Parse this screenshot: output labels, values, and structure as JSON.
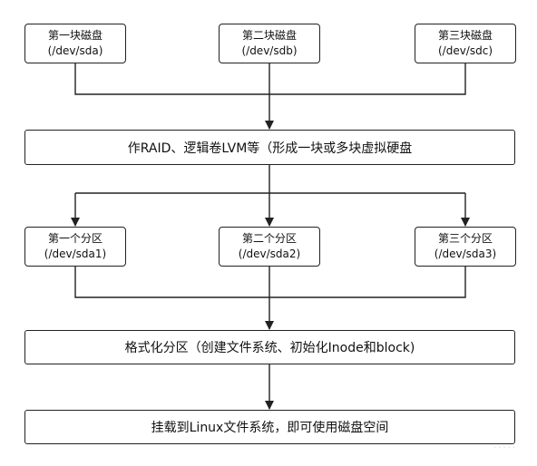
{
  "nodes": {
    "disk1": {
      "line1": "第一块磁盘",
      "line2": "(/dev/sda)"
    },
    "disk2": {
      "line1": "第二块磁盘",
      "line2": "(/dev/sdb)"
    },
    "disk3": {
      "line1": "第三块磁盘",
      "line2": "(/dev/sdc)"
    },
    "raid": {
      "label": "作RAID、逻辑卷LVM等（形成一块或多块虚拟硬盘"
    },
    "part1": {
      "line1": "第一个分区",
      "line2": "(/dev/sda1)"
    },
    "part2": {
      "line1": "第二个分区",
      "line2": "(/dev/sda2)"
    },
    "part3": {
      "line1": "第三个分区",
      "line2": "(/dev/sda3)"
    },
    "format": {
      "label": "格式化分区（创建文件系统、初始化Inode和block)"
    },
    "mount": {
      "label": "挂载到Linux文件系统，即可使用磁盘空间"
    }
  },
  "edges": [
    {
      "from": "disk1",
      "to": "raid"
    },
    {
      "from": "disk2",
      "to": "raid"
    },
    {
      "from": "disk3",
      "to": "raid"
    },
    {
      "from": "raid",
      "to": "part1"
    },
    {
      "from": "raid",
      "to": "part2"
    },
    {
      "from": "raid",
      "to": "part3"
    },
    {
      "from": "part1",
      "to": "format"
    },
    {
      "from": "part2",
      "to": "format"
    },
    {
      "from": "part3",
      "to": "format"
    },
    {
      "from": "format",
      "to": "mount"
    }
  ],
  "colors": {
    "stroke": "#222222",
    "watermark": "#d9d9d9"
  }
}
